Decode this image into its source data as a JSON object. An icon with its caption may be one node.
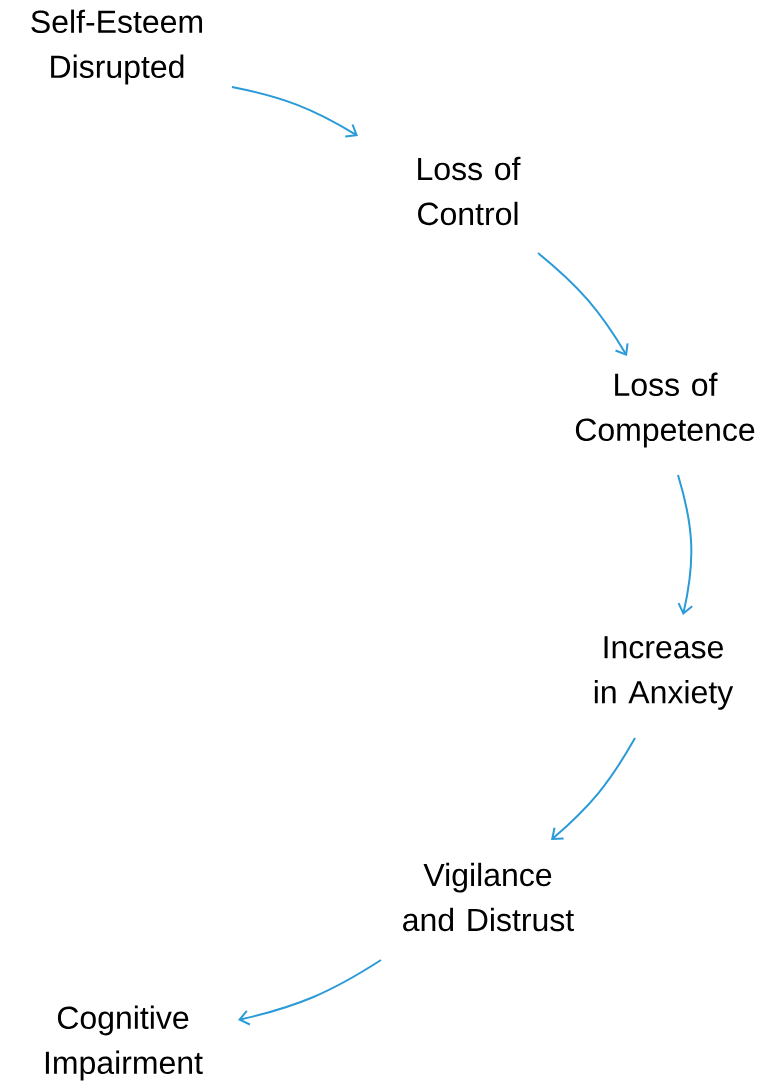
{
  "diagram": {
    "nodes": [
      {
        "text": [
          "Self-Esteem Disrupted"
        ]
      },
      {
        "text": [
          "Loss of Control"
        ]
      },
      {
        "text": [
          "Loss of Competence"
        ]
      },
      {
        "text": [
          "Increase in Anxiety"
        ]
      },
      {
        "text": [
          "Vigilance and Distrust"
        ]
      },
      {
        "text": [
          "Cognitive Impairment"
        ]
      }
    ],
    "edges": [
      {
        "from": 0,
        "to": 1,
        "arrow": "to"
      },
      {
        "from": 1,
        "to": 2,
        "arrow": "to"
      },
      {
        "from": 2,
        "to": 3,
        "arrow": "to"
      },
      {
        "from": 3,
        "to": 4,
        "arrow": "to"
      },
      {
        "from": 4,
        "to": 5,
        "arrow": "to"
      }
    ]
  }
}
